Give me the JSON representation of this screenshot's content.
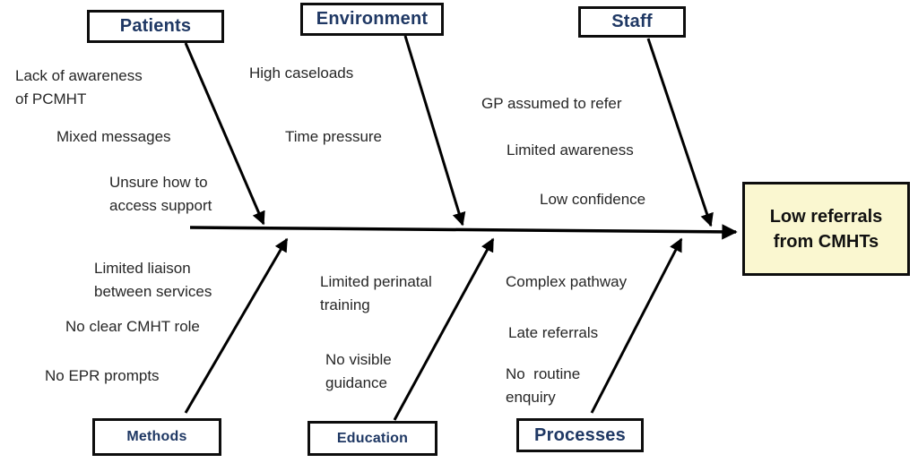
{
  "diagram": {
    "type": "fishbone",
    "effect": {
      "label": "Low referrals\nfrom CMHTs"
    },
    "categories": {
      "patients": "Patients",
      "environment": "Environment",
      "staff": "Staff",
      "methods": "Methods",
      "education": "Education",
      "processes": "Processes"
    },
    "causes": {
      "patients": [
        "Lack of awareness\nof PCMHT",
        "Mixed messages",
        "Unsure how to\naccess support"
      ],
      "environment": [
        "High caseloads",
        "Time pressure"
      ],
      "staff": [
        "GP assumed to refer",
        "Limited awareness",
        "Low confidence"
      ],
      "methods": [
        "Limited liaison\nbetween services",
        "No clear CMHT role",
        "No EPR prompts"
      ],
      "education": [
        "Limited perinatal\ntraining",
        "No visible\nguidance"
      ],
      "processes": [
        "Complex pathway",
        "Late referrals",
        "No  routine\nenquiry"
      ]
    },
    "colors": {
      "category_text": "#1f3864",
      "cause_text": "#262626",
      "effect_fill": "#faf7d0",
      "box_border": "#0d0d0d",
      "arrow": "#000000",
      "background": "#ffffff"
    }
  }
}
